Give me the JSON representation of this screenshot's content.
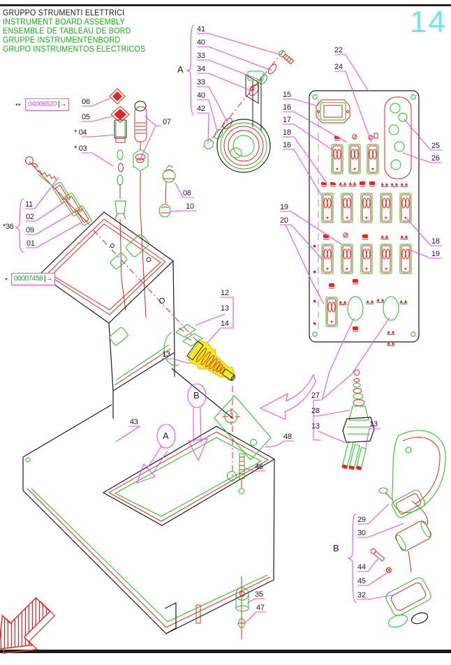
{
  "page": {
    "number": "14"
  },
  "title_block": {
    "line1": "GRUPPO STRUMENTI ELETTRICI",
    "line2": "INSTRUMENT BOARD ASSEMBLY",
    "line3": "ENSEMBLE DE TABLEAU DE BORD",
    "line4": "GRUPPE INSTRUMENTENBORD",
    "line5": "GRUPO INSTRUMENTOS ELECTRICOS"
  },
  "ref_boxes": {
    "box1_prefix": "**",
    "box1_number": "04008520",
    "box2_prefix": "*",
    "box2_number": "00007458",
    "arrow": "|→"
  },
  "view_markers": {
    "bracket_a": "A",
    "balloon_a": "A",
    "balloon_b": "B",
    "bracket_b": "B"
  },
  "callouts": {
    "c01": "01",
    "c02": "02",
    "c03": "* 03",
    "c04": "* 04",
    "c05": "05",
    "c06": "06",
    "c07": "07",
    "c08": "08",
    "c09": "09",
    "c10": "10",
    "c11": "11",
    "c12": "12",
    "c13a": "13",
    "c13b": "13",
    "c13c": "13",
    "c13d": "13",
    "c14": "14",
    "c15": "15",
    "c16a": "16",
    "c16b": "16",
    "c17": "17",
    "c18a": "18",
    "c18b": "18",
    "c19a": "19",
    "c19b": "19",
    "c20": "20",
    "c22": "22",
    "c24": "24",
    "c25": "25",
    "c26": "26",
    "c27": "27",
    "c28": "28",
    "c29": "29",
    "c30": "30",
    "c32": "32",
    "c33a": "33",
    "c33b": "33",
    "c34": "34",
    "c35": "35",
    "c36": "*36",
    "c40a": "40",
    "c40b": "40",
    "c41": "41",
    "c42": "42",
    "c43": "43",
    "c44": "44",
    "c45": "45",
    "c46": "46",
    "c47": "47",
    "c48": "48"
  },
  "colors": {
    "leader_magenta": "#f24df2",
    "part_red": "#e8241c",
    "part_green": "#17c317",
    "highlight_yellow": "#f8ec1a",
    "page_number_cyan": "#6ee5f2",
    "text_green": "#11b411"
  }
}
